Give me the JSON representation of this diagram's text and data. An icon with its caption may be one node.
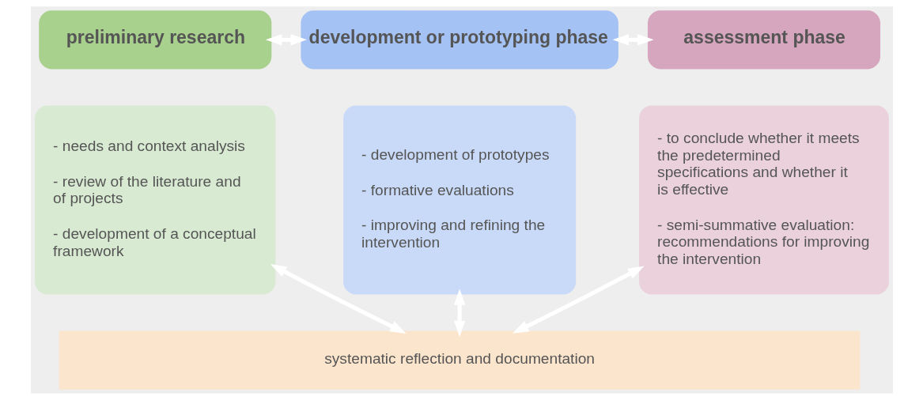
{
  "diagram": {
    "nodes": [
      {
        "text": [
          "preliminary research"
        ]
      },
      {
        "text": [
          "- needs and context analysis",
          "- review of the literature and of projects",
          "- development of a conceptual framework"
        ]
      },
      {
        "text": [
          "development or prototyping phase"
        ]
      },
      {
        "text": [
          "- development of prototypes",
          "- formative evaluations",
          "- improving and refining the intervention"
        ]
      },
      {
        "text": [
          "assessment phase"
        ]
      },
      {
        "text": [
          "- to conclude whether it meets the predetermined specifications and whether it is effective",
          "- semi-summative evaluation: recommendations for improving the intervention"
        ]
      },
      {
        "text": [
          "systematic reflection and documentation"
        ]
      }
    ],
    "edges": [
      {
        "from": 0,
        "to": 2,
        "arrow": "both"
      },
      {
        "from": 2,
        "to": 4,
        "arrow": "both"
      },
      {
        "from": 1,
        "to": 6,
        "arrow": "both"
      },
      {
        "from": 3,
        "to": 6,
        "arrow": "both"
      },
      {
        "from": 5,
        "to": 6,
        "arrow": "both"
      }
    ]
  }
}
